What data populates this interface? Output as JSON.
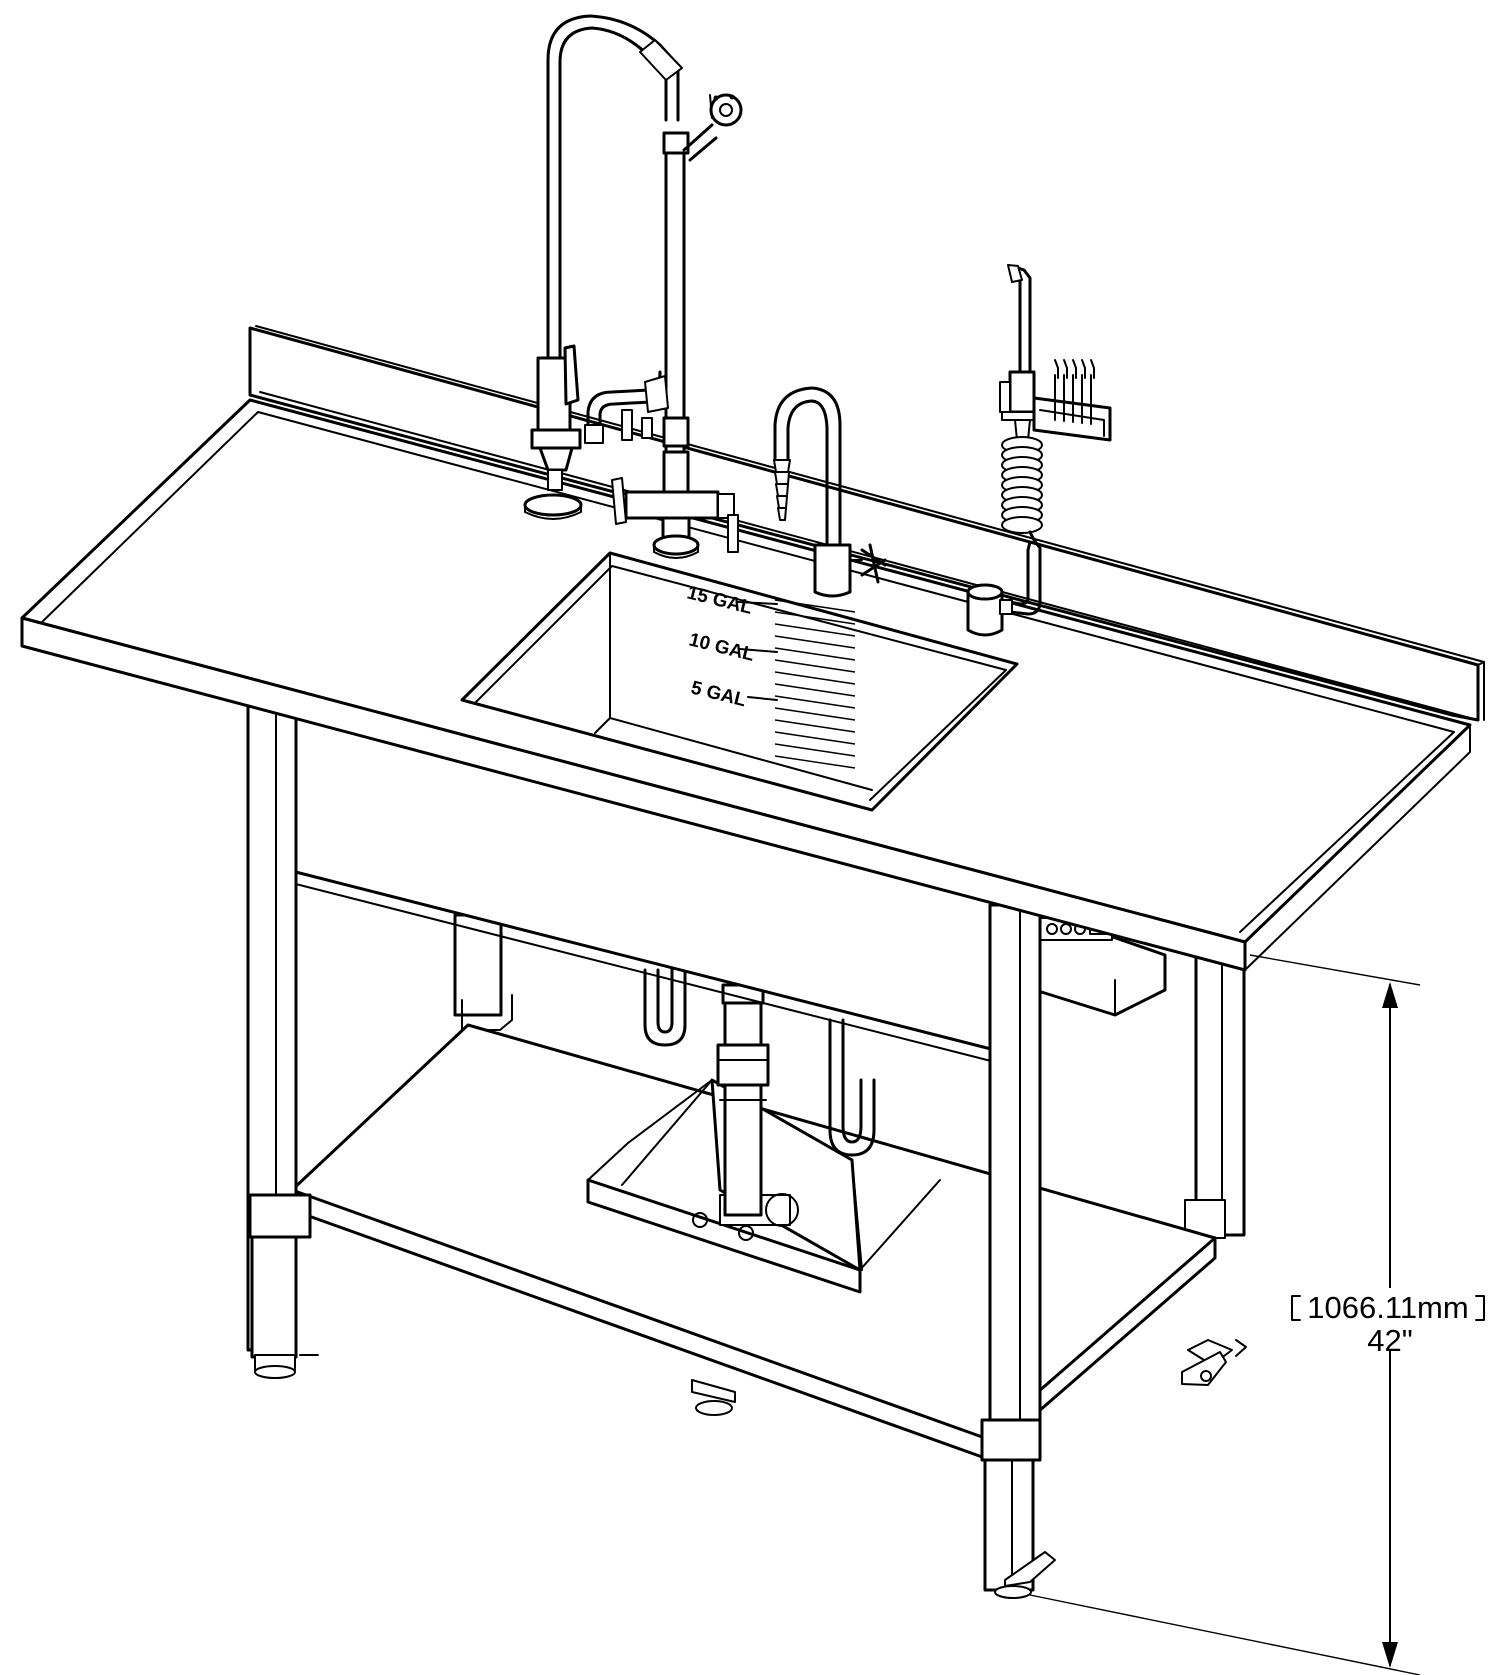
{
  "sink": {
    "gauge_labels": [
      "15 GAL",
      "10 GAL",
      "5 GAL"
    ]
  },
  "dimension": {
    "metric": "1066.11mm",
    "imperial": "42\""
  }
}
